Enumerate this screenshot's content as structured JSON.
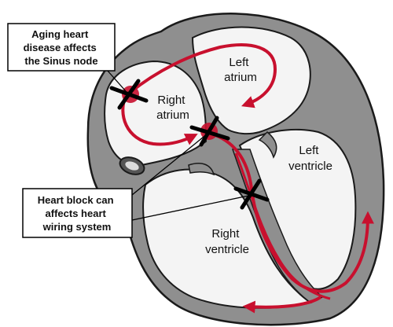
{
  "colors": {
    "wall": "#8f8f8f",
    "wall_outline": "#1a1a1a",
    "chamber": "#f4f4f4",
    "signal_path": "#c8102e",
    "block_mark": "#000000",
    "callout_border": "#000000"
  },
  "labels": {
    "left_atrium": [
      "Left",
      "atrium"
    ],
    "right_atrium": [
      "Right",
      "atrium"
    ],
    "left_ventricle": [
      "Left",
      "ventricle"
    ],
    "right_ventricle": [
      "Right",
      "ventricle"
    ]
  },
  "callouts": {
    "sinus_node": [
      "Aging heart",
      "disease affects",
      "the Sinus node"
    ],
    "heart_block": [
      "Heart block can",
      "affects heart",
      "wiring system"
    ]
  },
  "icons": {
    "block_marks": [
      "sinus-node-block-icon",
      "av-node-block-icon",
      "bundle-block-icon"
    ]
  }
}
